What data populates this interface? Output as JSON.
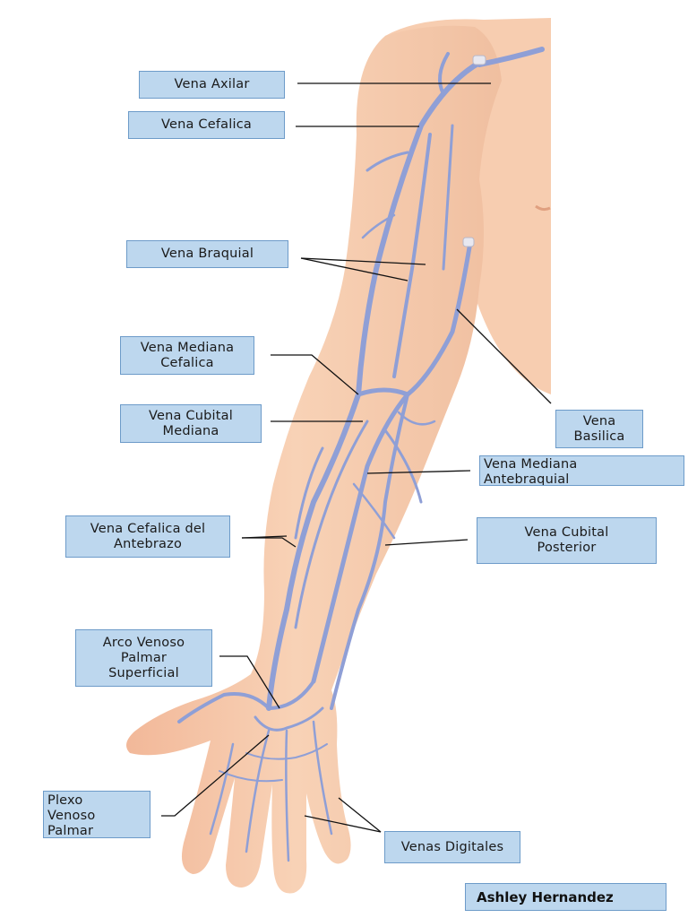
{
  "labels": {
    "axilar": "Vena Axilar",
    "cefalica": "Vena Cefalica",
    "braquial": "Vena Braquial",
    "mediana_cefalica": [
      "Vena Mediana",
      "Cefalica"
    ],
    "cubital_mediana": [
      "Vena Cubital",
      "Mediana"
    ],
    "basilica": [
      "Vena",
      "Basilica"
    ],
    "mediana_antebraquial": [
      "Vena Mediana",
      "Antebraquial"
    ],
    "cefalica_antebrazo": [
      "Vena Cefalica del",
      "Antebrazo"
    ],
    "cubital_posterior": [
      "Vena Cubital",
      "Posterior"
    ],
    "arco_venoso": [
      "Arco Venoso",
      "Palmar",
      "Superficial"
    ],
    "plexo_venoso": [
      "Plexo",
      "Venoso",
      "Palmar"
    ],
    "digitales": "Venas Digitales"
  },
  "author": "Ashley Hernandez",
  "colors": {
    "skin": "#f6c9aa",
    "skin_shadow": "#e8a888",
    "vein": "#8f9fd6",
    "vein_dark": "#6f80c4",
    "label_fill": "#bdd7ee",
    "label_border": "#6d9bc9"
  }
}
